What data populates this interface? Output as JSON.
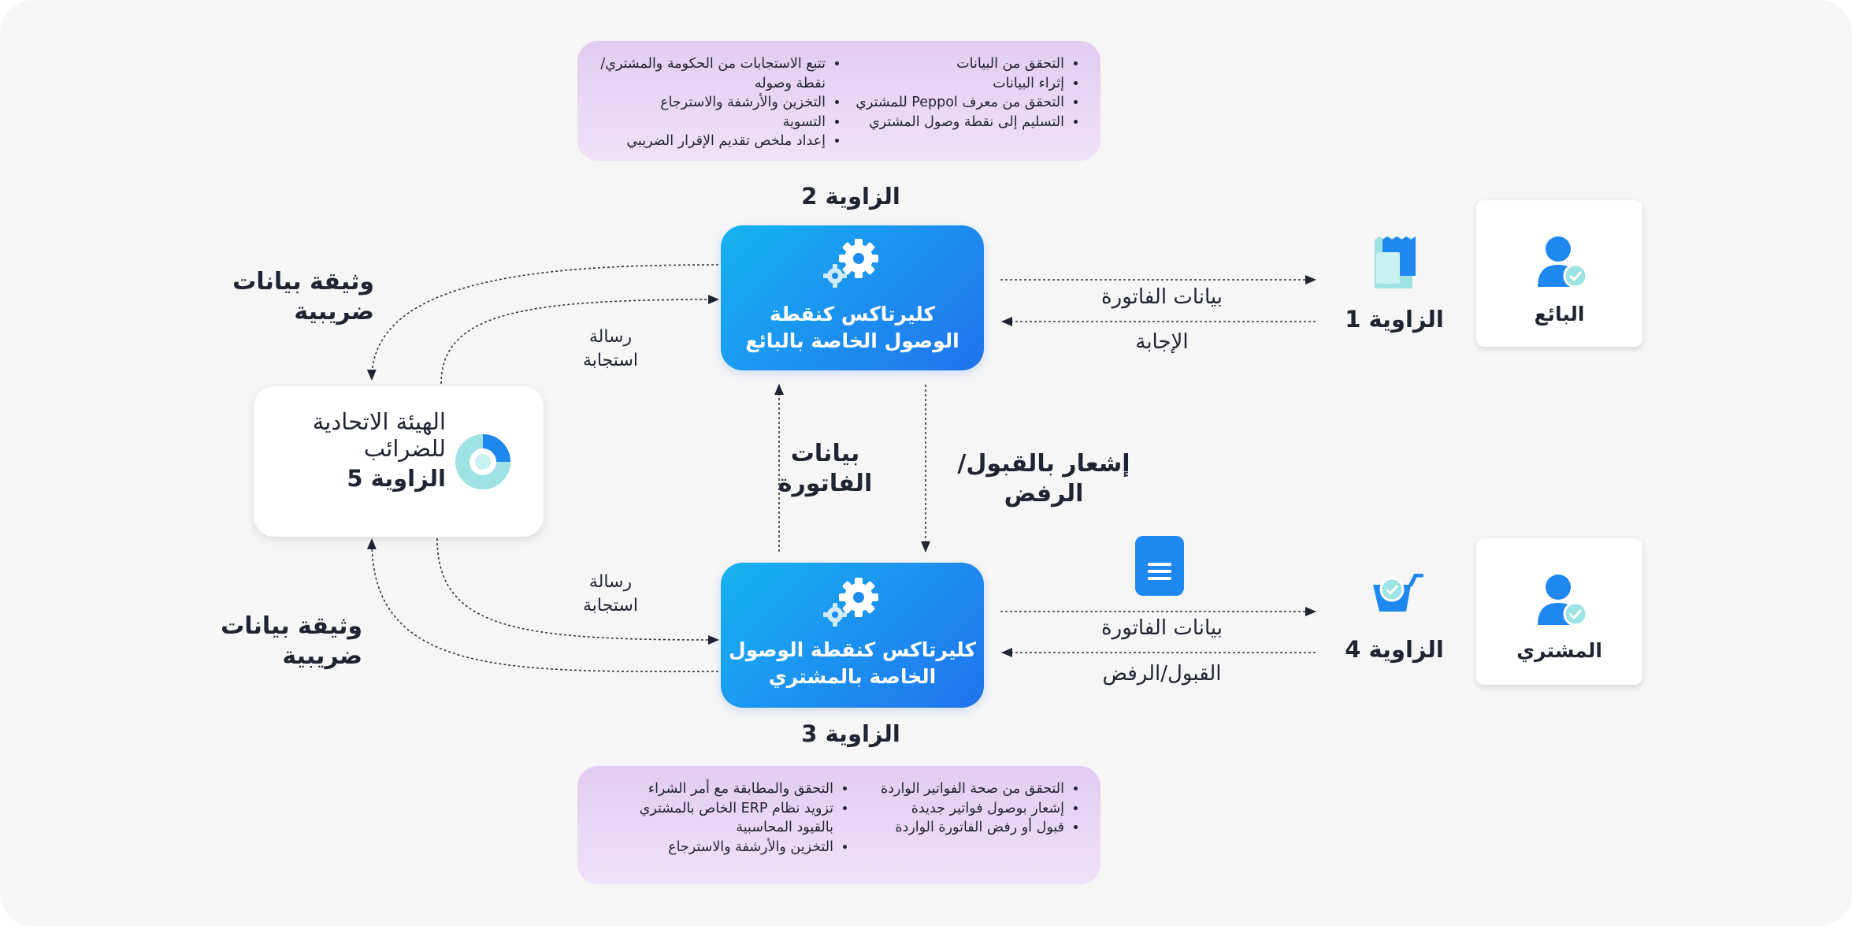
{
  "seller_ap": {
    "title": "كليرتاكس كنقطة\nالوصول الخاصة بالبائع",
    "corner": "الزاوية 2",
    "tasks_right": [
      "التحقق من البيانات",
      "إثراء البيانات",
      "التحقق من معرف Peppol للمشتري",
      "التسليم إلى نقطة وصول المشتري"
    ],
    "tasks_left": [
      "تتبع الاستجابات من الحكومة والمشتري/نقطة وصوله",
      "التخزين والأرشفة والاسترجاع",
      "التسوية",
      "إعداد ملخص تقديم الإقرار الضريبي"
    ]
  },
  "buyer_ap": {
    "title": "كليرتاكس كنقطة الوصول\nالخاصة بالمشتري",
    "corner": "الزاوية 3",
    "tasks_right": [
      "التحقق من صحة الفواتير الواردة",
      "إشعار بوصول فواتير جديدة",
      "قبول أو رفض الفاتورة الواردة"
    ],
    "tasks_left": [
      "التحقق والمطابقة مع أمر الشراء",
      "تزويد نظام ERP الخاص بالمشتري بالقيود المحاسبية",
      "التخزين والأرشفة والاسترجاع"
    ]
  },
  "seller": {
    "label": "البائع",
    "corner": "الزاوية 1"
  },
  "buyer": {
    "label": "المشتري",
    "corner": "الزاوية 4"
  },
  "fta": {
    "name": "الهيئة الاتحادية\nللضرائب",
    "corner": "الزاوية 5"
  },
  "edges": {
    "seller_invoice_data": "بيانات الفاتورة",
    "seller_response": "الإجابة",
    "buyer_invoice_data": "بيانات الفاتورة",
    "buyer_accept_reject": "القبول/الرفض",
    "accept_reject_notice": "إشعار بالقبول/الرفض",
    "invoice_data_vertical": "بيانات\nالفاتورة",
    "tax_doc_top": "وثيقة بيانات\nضريبية",
    "tax_doc_bottom": "وثيقة بيانات\nضريبية",
    "response_msg_top": "رسالة\nاستجابة",
    "response_msg_bottom": "رسالة\nاستجابة"
  },
  "colors": {
    "ap_gradient_start": "#16b3f0",
    "ap_gradient_end": "#1f73ee",
    "task_panel": "#e8d7f5",
    "icon_blue": "#1e88f0",
    "icon_teal": "#9ee3e4"
  },
  "icons": {
    "gear": "gear-icon",
    "person": "person-check-icon",
    "receipt": "receipt-icon",
    "cart": "cart-check-icon",
    "document": "document-icon",
    "donut": "donut-chart-icon"
  }
}
